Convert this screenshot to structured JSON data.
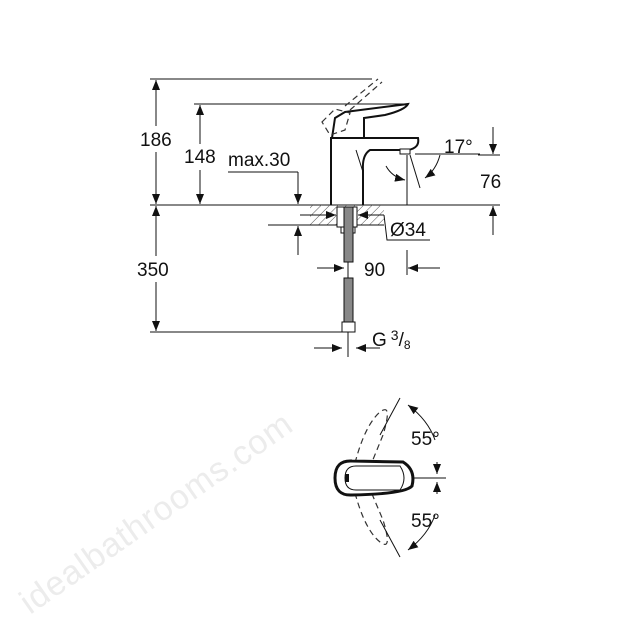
{
  "watermark": "idealbathrooms.com",
  "side_view": {
    "dimensions": {
      "total_height": "186",
      "spout_height": "148",
      "max_deck_thickness": "max.30",
      "spout_angle": "17°",
      "spout_outlet_height": "76",
      "hole_diameter": "Ø34",
      "spout_reach": "90",
      "hose_length": "350",
      "connection_thread": "G",
      "connection_thread_num": "3",
      "connection_thread_den": "8"
    }
  },
  "top_view": {
    "rotation_left": "55°",
    "rotation_right": "55°"
  }
}
